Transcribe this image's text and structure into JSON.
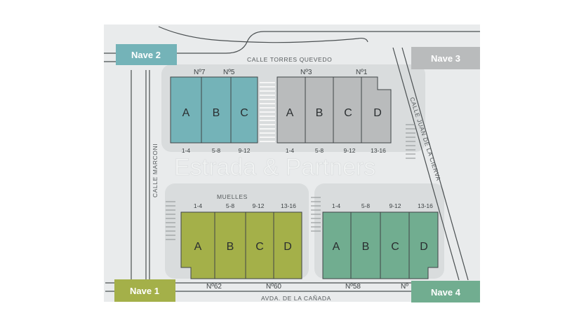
{
  "map": {
    "watermark": "Estrada & Partners",
    "colors": {
      "background": "#e9ebec",
      "paving": "#d9dcdd",
      "road_line": "#4a4f51",
      "nave1": "#a4b049",
      "nave2": "#74b3b8",
      "nave3": "#b9bbbc",
      "nave4": "#71ad90",
      "unit_outline": "#3f4446"
    },
    "streets": {
      "top": "CALLE TORRES QUEVEDO",
      "bottom": "AVDA. DE LA CAÑADA",
      "left": "CALLE MARCONI",
      "right": "CALLE JUAN DE LA CIERVA",
      "docks": "MUELLES"
    },
    "naves": [
      {
        "id": "nave-2",
        "label": "Nave 2",
        "color": "#74b3b8",
        "units": [
          {
            "letter": "A",
            "range": "1-4"
          },
          {
            "letter": "B",
            "range": "5-8"
          },
          {
            "letter": "C",
            "range": "9-12"
          }
        ],
        "numbers": [
          "Nº7",
          "Nº5"
        ]
      },
      {
        "id": "nave-3",
        "label": "Nave 3",
        "color": "#b9bbbc",
        "units": [
          {
            "letter": "A",
            "range": "1-4"
          },
          {
            "letter": "B",
            "range": "5-8"
          },
          {
            "letter": "C",
            "range": "9-12"
          },
          {
            "letter": "D",
            "range": "13-16"
          }
        ],
        "numbers": [
          "Nº3",
          "Nº1"
        ]
      },
      {
        "id": "nave-1",
        "label": "Nave 1",
        "color": "#a4b049",
        "units": [
          {
            "letter": "A",
            "range": "1-4"
          },
          {
            "letter": "B",
            "range": "5-8"
          },
          {
            "letter": "C",
            "range": "9-12"
          },
          {
            "letter": "D",
            "range": "13-16"
          }
        ],
        "numbers": [
          "Nº62",
          "Nº60"
        ]
      },
      {
        "id": "nave-4",
        "label": "Nave 4",
        "color": "#71ad90",
        "units": [
          {
            "letter": "A",
            "range": "1-4"
          },
          {
            "letter": "B",
            "range": "5-8"
          },
          {
            "letter": "C",
            "range": "9-12"
          },
          {
            "letter": "D",
            "range": "13-16"
          }
        ],
        "numbers": [
          "Nº58",
          "Nº"
        ]
      }
    ]
  }
}
